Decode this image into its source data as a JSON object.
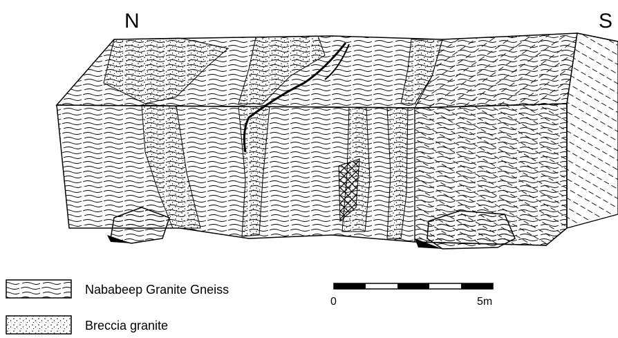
{
  "orientation": {
    "north": "N",
    "south": "S"
  },
  "legend": [
    {
      "name": "Nababeep Granite Gneiss",
      "pattern": "wavy-lines"
    },
    {
      "name": "Breccia granite",
      "pattern": "stipple"
    }
  ],
  "scale_bar": {
    "start_label": "0",
    "end_label": "5m"
  },
  "colors": {
    "ink": "#000000",
    "background": "#ffffff"
  }
}
